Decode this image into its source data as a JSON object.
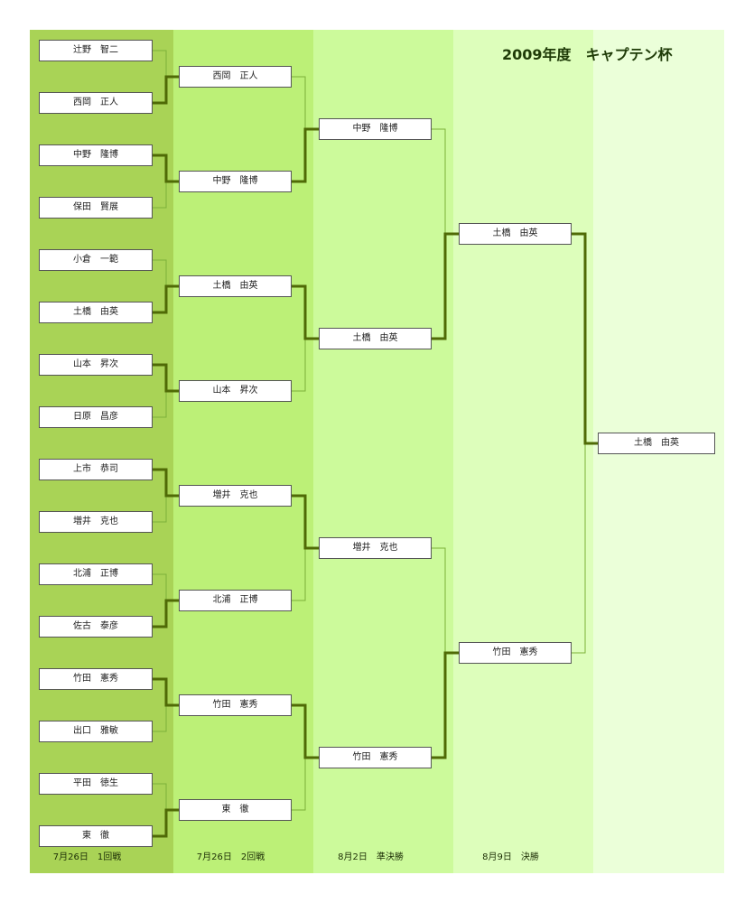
{
  "title": "2009年度　キャプテン杯",
  "rounds": [
    {
      "date": "7月26日　1回戦",
      "players": [
        "辻野　智二",
        "西岡　正人",
        "中野　隆博",
        "保田　賢展",
        "小倉　一範",
        "土橋　由英",
        "山本　昇次",
        "日原　昌彦",
        "上市　恭司",
        "増井　克也",
        "北浦　正博",
        "佐古　泰彦",
        "竹田　憲秀",
        "出口　雅敏",
        "平田　徳生",
        "東　徹"
      ],
      "winners": [
        1,
        0,
        1,
        0,
        0,
        1,
        0,
        1
      ]
    },
    {
      "date": "7月26日　2回戦",
      "players": [
        "西岡　正人",
        "中野　隆博",
        "土橋　由英",
        "山本　昇次",
        "増井　克也",
        "北浦　正博",
        "竹田　憲秀",
        "東　徹"
      ],
      "winners": [
        1,
        0,
        0,
        0
      ]
    },
    {
      "date": "8月2日　準決勝",
      "players": [
        "中野　隆博",
        "土橋　由英",
        "増井　克也",
        "竹田　憲秀"
      ],
      "winners": [
        1,
        1
      ]
    },
    {
      "date": "8月9日　決勝",
      "players": [
        "土橋　由英",
        "竹田　憲秀"
      ],
      "winners": [
        0
      ]
    },
    {
      "date": "",
      "players": [
        "土橋　由英"
      ],
      "winners": []
    }
  ],
  "colors": {
    "winner_line": "#4f6a06",
    "loser_line": "#7db13a",
    "box_border": "#555555"
  }
}
